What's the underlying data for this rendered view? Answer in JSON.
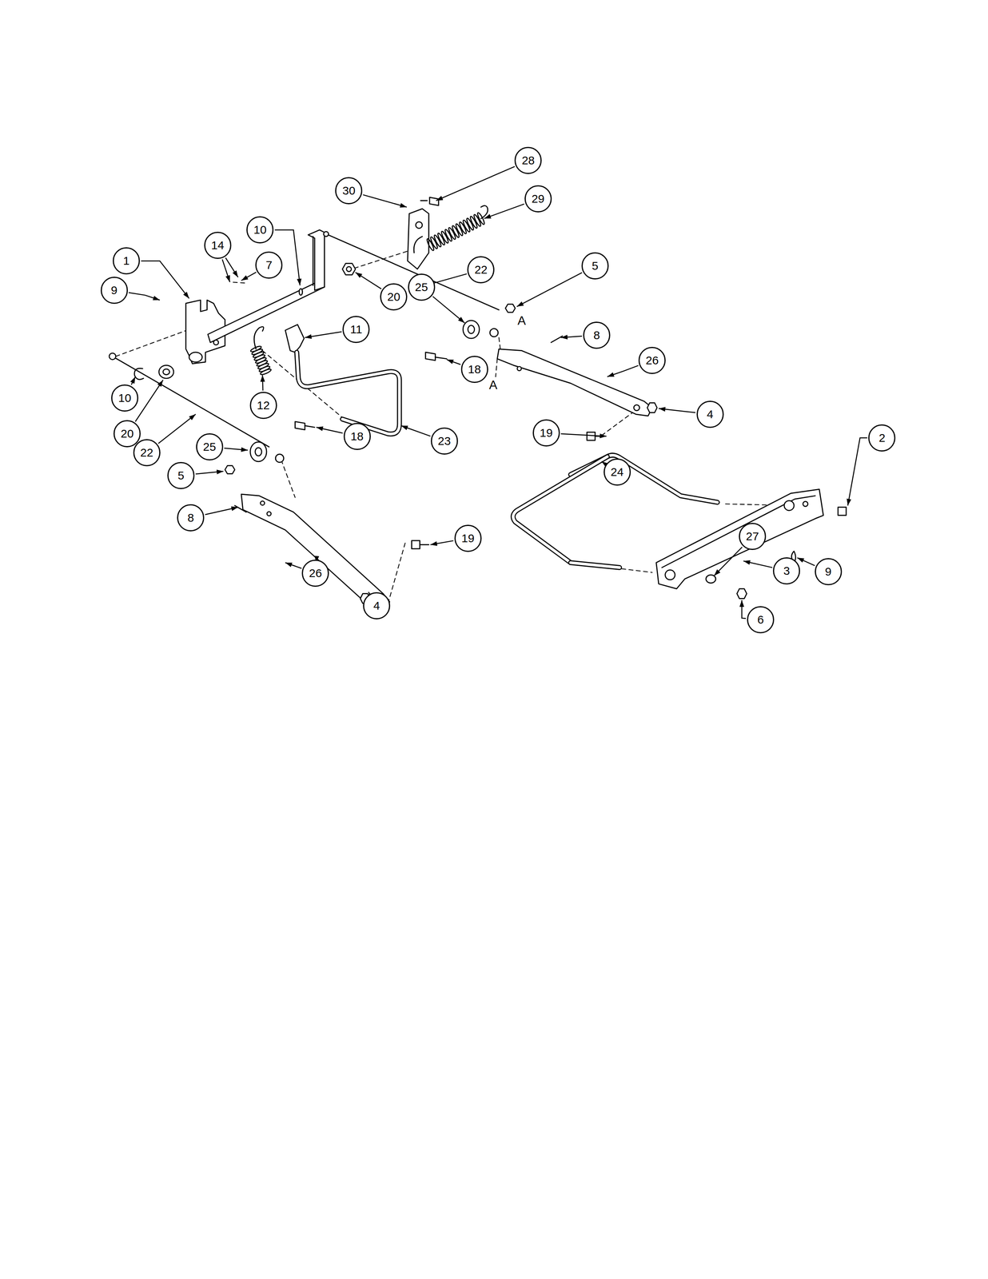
{
  "diagram": {
    "nodes": [
      {
        "text": [
          "28"
        ]
      },
      {
        "text": [
          "30"
        ]
      },
      {
        "text": [
          "29"
        ]
      },
      {
        "text": [
          "10"
        ]
      },
      {
        "text": [
          "14"
        ]
      },
      {
        "text": [
          "1"
        ]
      },
      {
        "text": [
          "7"
        ]
      },
      {
        "text": [
          "5"
        ]
      },
      {
        "text": [
          "22"
        ]
      },
      {
        "text": [
          "25"
        ]
      },
      {
        "text": [
          "9"
        ]
      },
      {
        "text": [
          "20"
        ]
      },
      {
        "text": [
          "11"
        ]
      },
      {
        "text": [
          "8"
        ]
      },
      {
        "text": [
          "26"
        ]
      },
      {
        "text": [
          "18"
        ]
      },
      {
        "text": [
          "10"
        ]
      },
      {
        "text": [
          "12"
        ]
      },
      {
        "text": [
          "4"
        ]
      },
      {
        "text": [
          "19"
        ]
      },
      {
        "text": [
          "20"
        ]
      },
      {
        "text": [
          "18"
        ]
      },
      {
        "text": [
          "2"
        ]
      },
      {
        "text": [
          "23"
        ]
      },
      {
        "text": [
          "25"
        ]
      },
      {
        "text": [
          "22"
        ]
      },
      {
        "text": [
          "24"
        ]
      },
      {
        "text": [
          "5"
        ]
      },
      {
        "text": [
          "8"
        ]
      },
      {
        "text": [
          "27"
        ]
      },
      {
        "text": [
          "19"
        ]
      },
      {
        "text": [
          "3"
        ]
      },
      {
        "text": [
          "9"
        ]
      },
      {
        "text": [
          "26"
        ]
      },
      {
        "text": [
          "4"
        ]
      },
      {
        "text": [
          "6"
        ]
      }
    ],
    "labels": [
      "A",
      "A"
    ]
  }
}
